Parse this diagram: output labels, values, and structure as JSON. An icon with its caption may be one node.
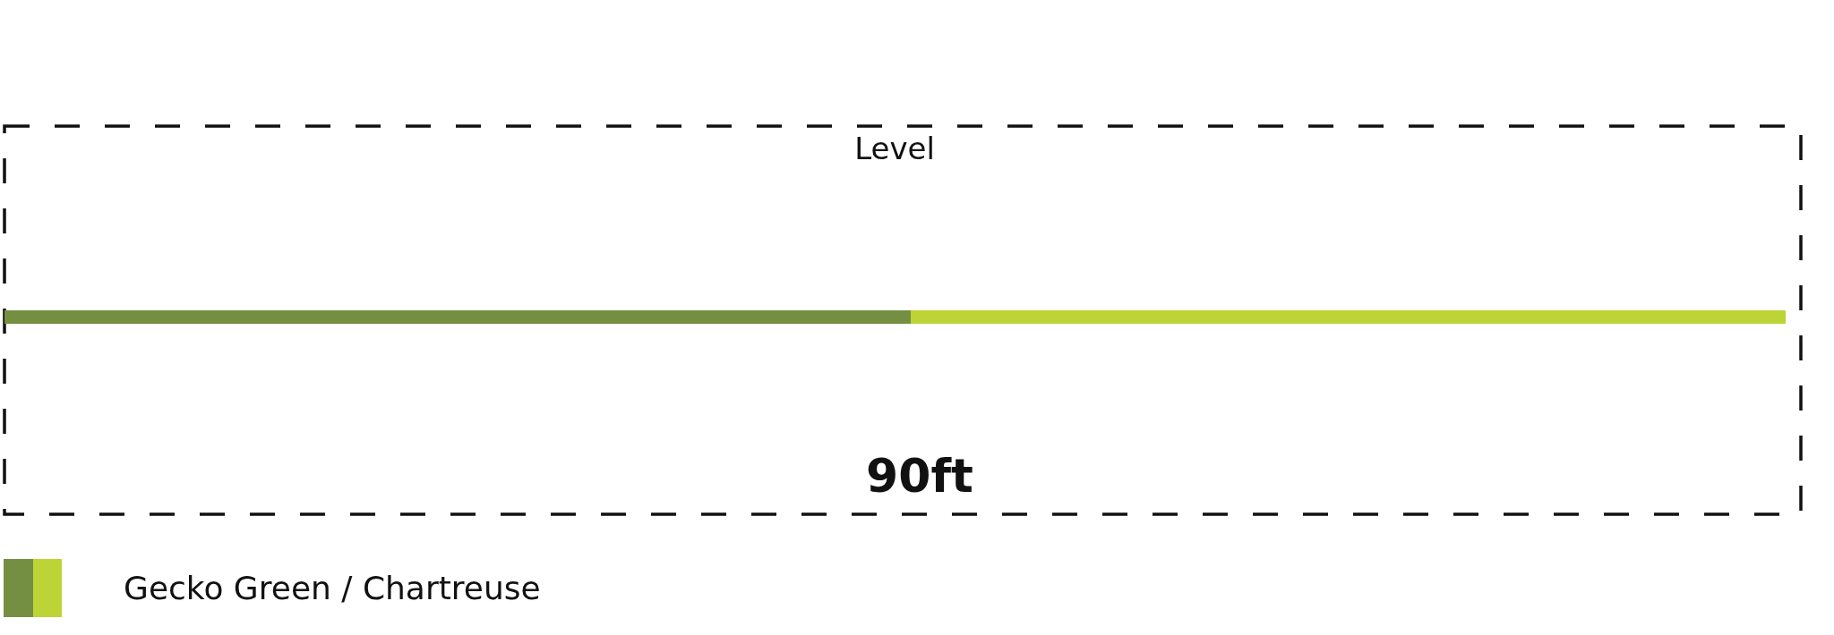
{
  "diagram": {
    "labels": [
      "Level",
      "90ft"
    ],
    "legend": [
      {
        "text": "Gecko Green / Chartreuse"
      }
    ]
  }
}
